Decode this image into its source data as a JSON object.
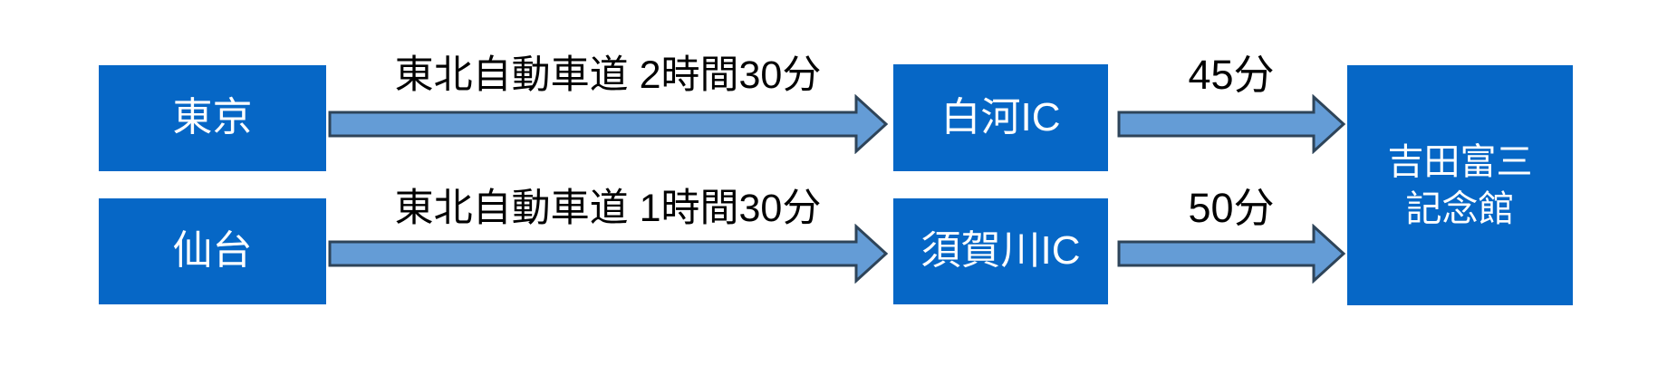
{
  "colors": {
    "background": "#FFFFFF",
    "node_fill": "#0667C6",
    "node_text": "#FFFFFF",
    "arrow_fill": "#649CD6",
    "arrow_outline": "#2E4459",
    "label_text": "#000000"
  },
  "nodes": {
    "tokyo": "東京",
    "sendai": "仙台",
    "shirakawa_ic": "白河IC",
    "sukagawa_ic": "須賀川IC",
    "museum": {
      "line1": "吉田富三",
      "line2": "記念館"
    }
  },
  "routes": {
    "from_tokyo": {
      "leg1_label": "東北自動車道 2時間30分",
      "leg2_label": "45分"
    },
    "from_sendai": {
      "leg1_label": "東北自動車道 1時間30分",
      "leg2_label": "50分"
    }
  }
}
